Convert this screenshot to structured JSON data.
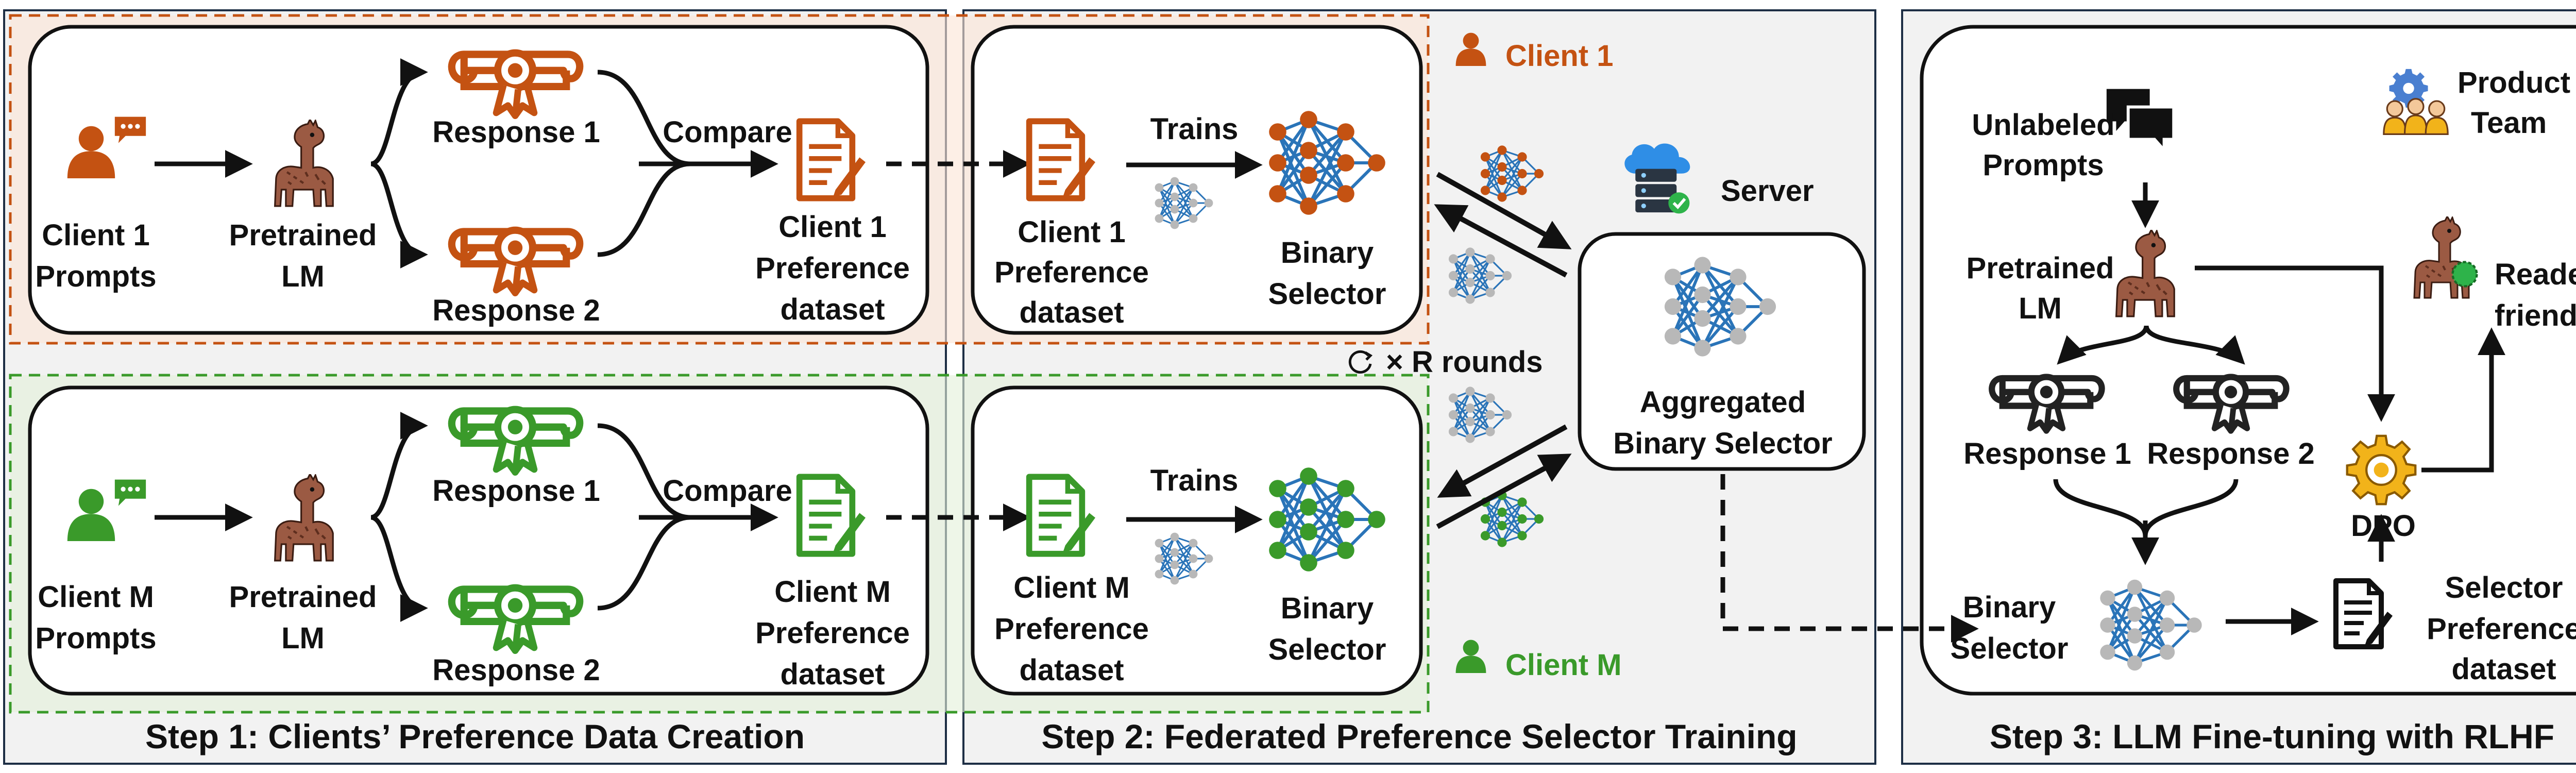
{
  "colors": {
    "client1": "#c45212",
    "clientM": "#3a9a2a",
    "nn_gray": "#b8b8b8",
    "nn_blue": "#2a74b8",
    "panel_bg": "#f2f2f2"
  },
  "steps": {
    "step1": "Step 1: Clients’ Preference Data Creation",
    "step2": "Step 2: Federated Preference Selector Training",
    "step3": "Step 3: LLM Fine-tuning with RLHF"
  },
  "step1": {
    "client1": {
      "prompts": [
        "Client 1",
        "Prompts"
      ],
      "lm": [
        "Pretrained",
        "LM"
      ],
      "response1": "Response 1",
      "response2": "Response 2",
      "compare": "Compare",
      "dataset": [
        "Client 1",
        "Preference",
        "dataset"
      ]
    },
    "clientM": {
      "prompts": [
        "Client M",
        "Prompts"
      ],
      "lm": [
        "Pretrained",
        "LM"
      ],
      "response1": "Response 1",
      "response2": "Response 2",
      "compare": "Compare",
      "dataset": [
        "Client M",
        "Preference",
        "dataset"
      ]
    }
  },
  "step2": {
    "client1": {
      "dataset": [
        "Client 1",
        "Preference",
        "dataset"
      ],
      "trains": "Trains",
      "selector": [
        "Binary",
        "Selector"
      ]
    },
    "clientM": {
      "dataset": [
        "Client M",
        "Preference",
        "dataset"
      ],
      "trains": "Trains",
      "selector": [
        "Binary",
        "Selector"
      ]
    },
    "client1_label": "Client 1",
    "clientM_label": "Client M",
    "server": "Server",
    "rounds": "× R rounds",
    "aggregated": [
      "Aggregated",
      "Binary Selector"
    ]
  },
  "step3": {
    "product_team": [
      "Product",
      "Team"
    ],
    "unlabeled": [
      "Unlabeled",
      "Prompts"
    ],
    "lm": [
      "Pretrained",
      "LM"
    ],
    "response1": "Response 1",
    "response2": "Response 2",
    "dpo": "DPO",
    "reader": [
      "Reader",
      "friendly"
    ],
    "selector": [
      "Binary",
      "Selector"
    ],
    "dataset": [
      "Selector",
      "Preference",
      "dataset"
    ]
  }
}
